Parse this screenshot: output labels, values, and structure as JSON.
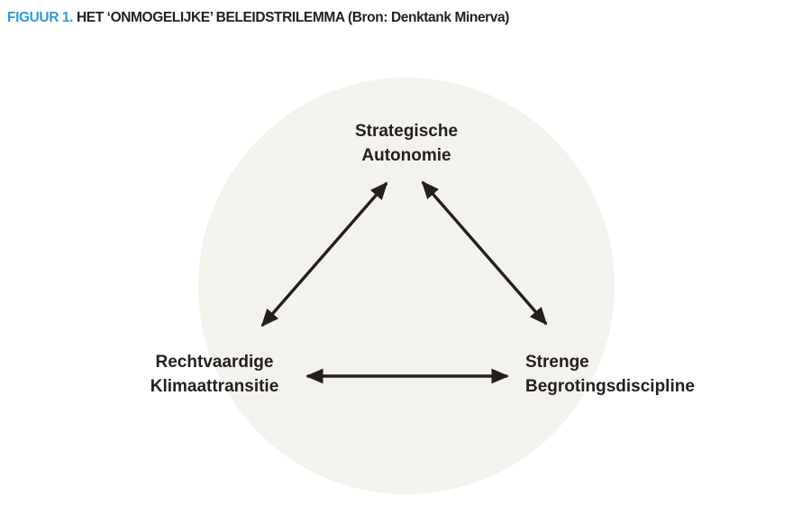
{
  "figure": {
    "label": "FIGUUR 1.",
    "title": "HET ‘ONMOGELIJKE’ BELEIDSTRILEMMA",
    "source": "(Bron: Denktank Minerva)"
  },
  "diagram": {
    "type": "trilemma-triangle",
    "nodes": {
      "top": {
        "line1": "Strategische",
        "line2": "Autonomie"
      },
      "left": {
        "line1": "Rechtvaardige",
        "line2": "Klimaattransitie"
      },
      "right": {
        "line1": "Strenge",
        "line2": "Begrotingsdiscipline"
      }
    },
    "edges": [
      {
        "from": "left",
        "to": "top",
        "style": "double-arrow"
      },
      {
        "from": "right",
        "to": "top",
        "style": "double-arrow"
      },
      {
        "from": "left",
        "to": "right",
        "style": "double-arrow"
      }
    ]
  },
  "colors": {
    "figure_label_blue": "#2E9CD6",
    "text_black": "#231F20",
    "circle_fill": "#F4F2EC",
    "arrow": "#231F20",
    "background": "#FFFFFF"
  }
}
